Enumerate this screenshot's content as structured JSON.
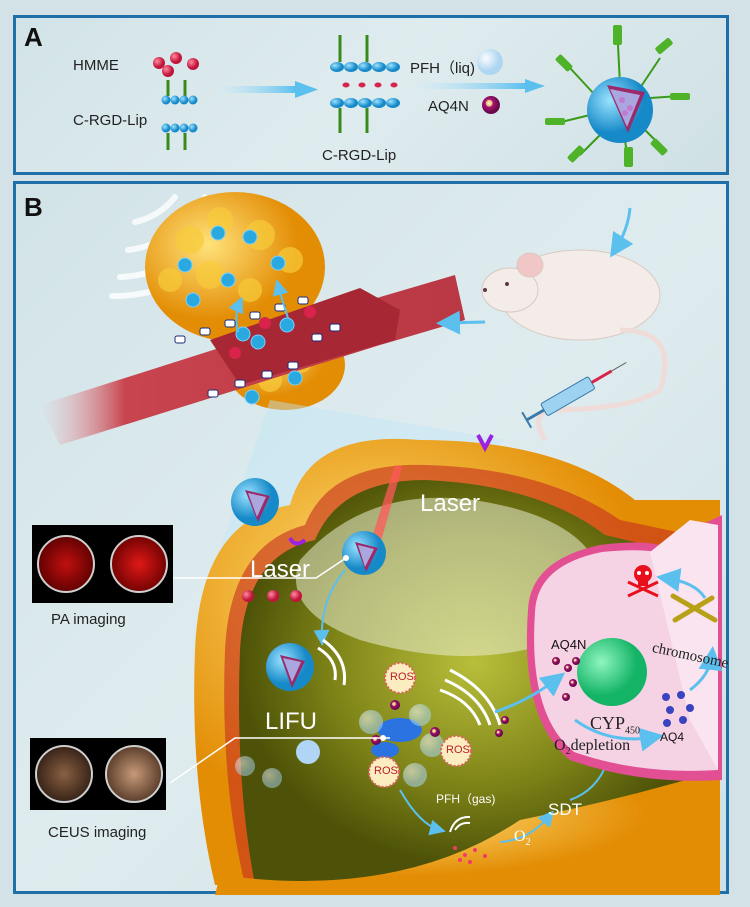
{
  "panel_a": {
    "label": "A",
    "hmme_label": "HMME",
    "lip_label_left": "C-RGD-Lip",
    "lip_label_mid": "C-RGD-Lip",
    "pfh_label": "PFH（liq)",
    "aq4n_label": "AQ4N"
  },
  "panel_b": {
    "label": "B",
    "laser_top": "Laser",
    "laser_left": "Laser",
    "lifu": "LIFU",
    "pa_imaging": "PA imaging",
    "ceus_imaging": "CEUS imaging",
    "ros_labels": [
      "ROS",
      "ROS",
      "ROS"
    ],
    "pfh_gas": "PFH（gas)",
    "o2": "O",
    "o2_sub": "2",
    "sdt": "SDT",
    "aq4n": "AQ4N",
    "aq4": "AQ4",
    "cyp": "CYP",
    "cyp_sub": "450",
    "o2_depletion_prefix": "O",
    "o2_depletion_sub": "2",
    "o2_depletion_suffix": "depletion",
    "chromosome": "chromosome"
  },
  "colors": {
    "panel_border": "#1f6fa8",
    "background": "#d3e2e6",
    "liposome_blue": "#29a9e0",
    "hmme_red": "#d9234a",
    "membrane_orange": "#f2a516",
    "cytoplasm_olive": "#8a8f1c",
    "nucleus_pink": "#f6d3e4",
    "nucleus_green": "#21d07e",
    "arrow_blue": "#6cc3ee",
    "vessel_red": "#c9444e",
    "tumor_yellow": "#f3b10f",
    "death_red": "#e8101c"
  }
}
